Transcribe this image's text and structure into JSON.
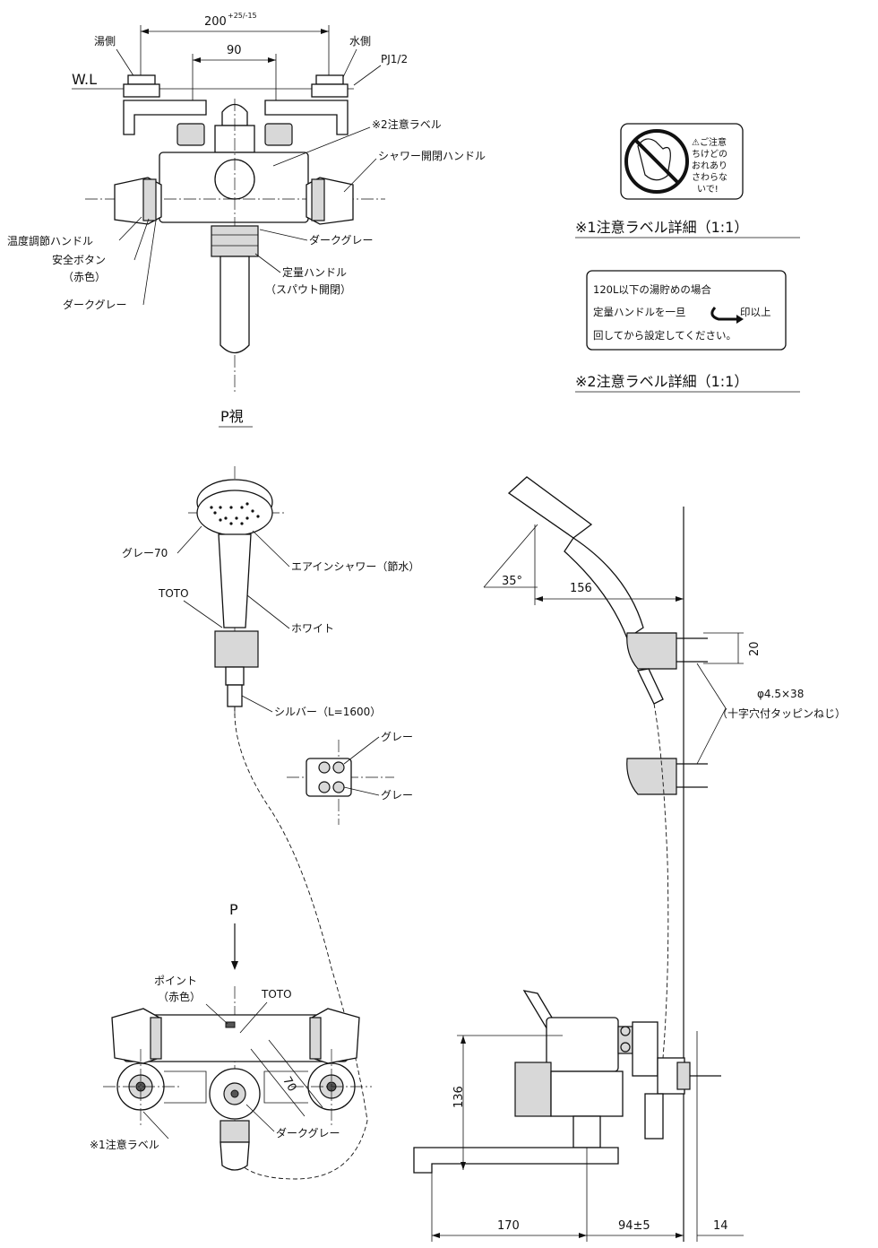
{
  "top_view": {
    "dim_total": "200",
    "dim_total_tol": "+25/-15",
    "dim_center": "90",
    "wl": "W.L",
    "hot_side": "湯側",
    "cold_side": "水側",
    "pipe_spec": "PJ1/2",
    "label2": "※2注意ラベル",
    "shower_handle": "シャワー開閉ハンドル",
    "temp_handle": "温度調節ハンドル",
    "safety_button": "安全ボタン",
    "safety_button_color": "（赤色）",
    "dark_grey_left": "ダークグレー",
    "dark_grey_right": "ダークグレー",
    "quantity_handle": "定量ハンドル",
    "quantity_handle_sub": "（スパウト開閉）",
    "view_label": "P視"
  },
  "label1_detail": {
    "warning_text": [
      "⚠ご注意",
      "ちけどの",
      "おれあり",
      "さわらな",
      "いで!"
    ],
    "caption": "※1注意ラベル詳細（1:1）"
  },
  "label2_detail": {
    "line1": "120L以下の湯貯めの場合",
    "line2": "定量ハンドルを一旦",
    "line2b": "印以上",
    "line3": "回してから設定してください。",
    "caption": "※2注意ラベル詳細（1:1）"
  },
  "shower_head": {
    "grey70": "グレー70",
    "air_in": "エアインシャワー（節水）",
    "toto": "TOTO",
    "white": "ホワイト",
    "hose": "シルバー（L=1600）",
    "holder_grey_top": "グレー",
    "holder_grey_bottom": "グレー"
  },
  "side_view": {
    "angle": "35°",
    "dim_156": "156",
    "dim_20": "20",
    "screw": "φ4.5×38",
    "screw_sub": "（十字穴付タッピンねじ）",
    "dim_136": "136",
    "dim_170": "170",
    "dim_94": "94±5",
    "dim_14": "14"
  },
  "front_view": {
    "p_arrow": "P",
    "point": "ポイント",
    "point_color": "（赤色）",
    "toto": "TOTO",
    "dim_70": "70",
    "dark_grey": "ダークグレー",
    "label1": "※1注意ラベル"
  }
}
